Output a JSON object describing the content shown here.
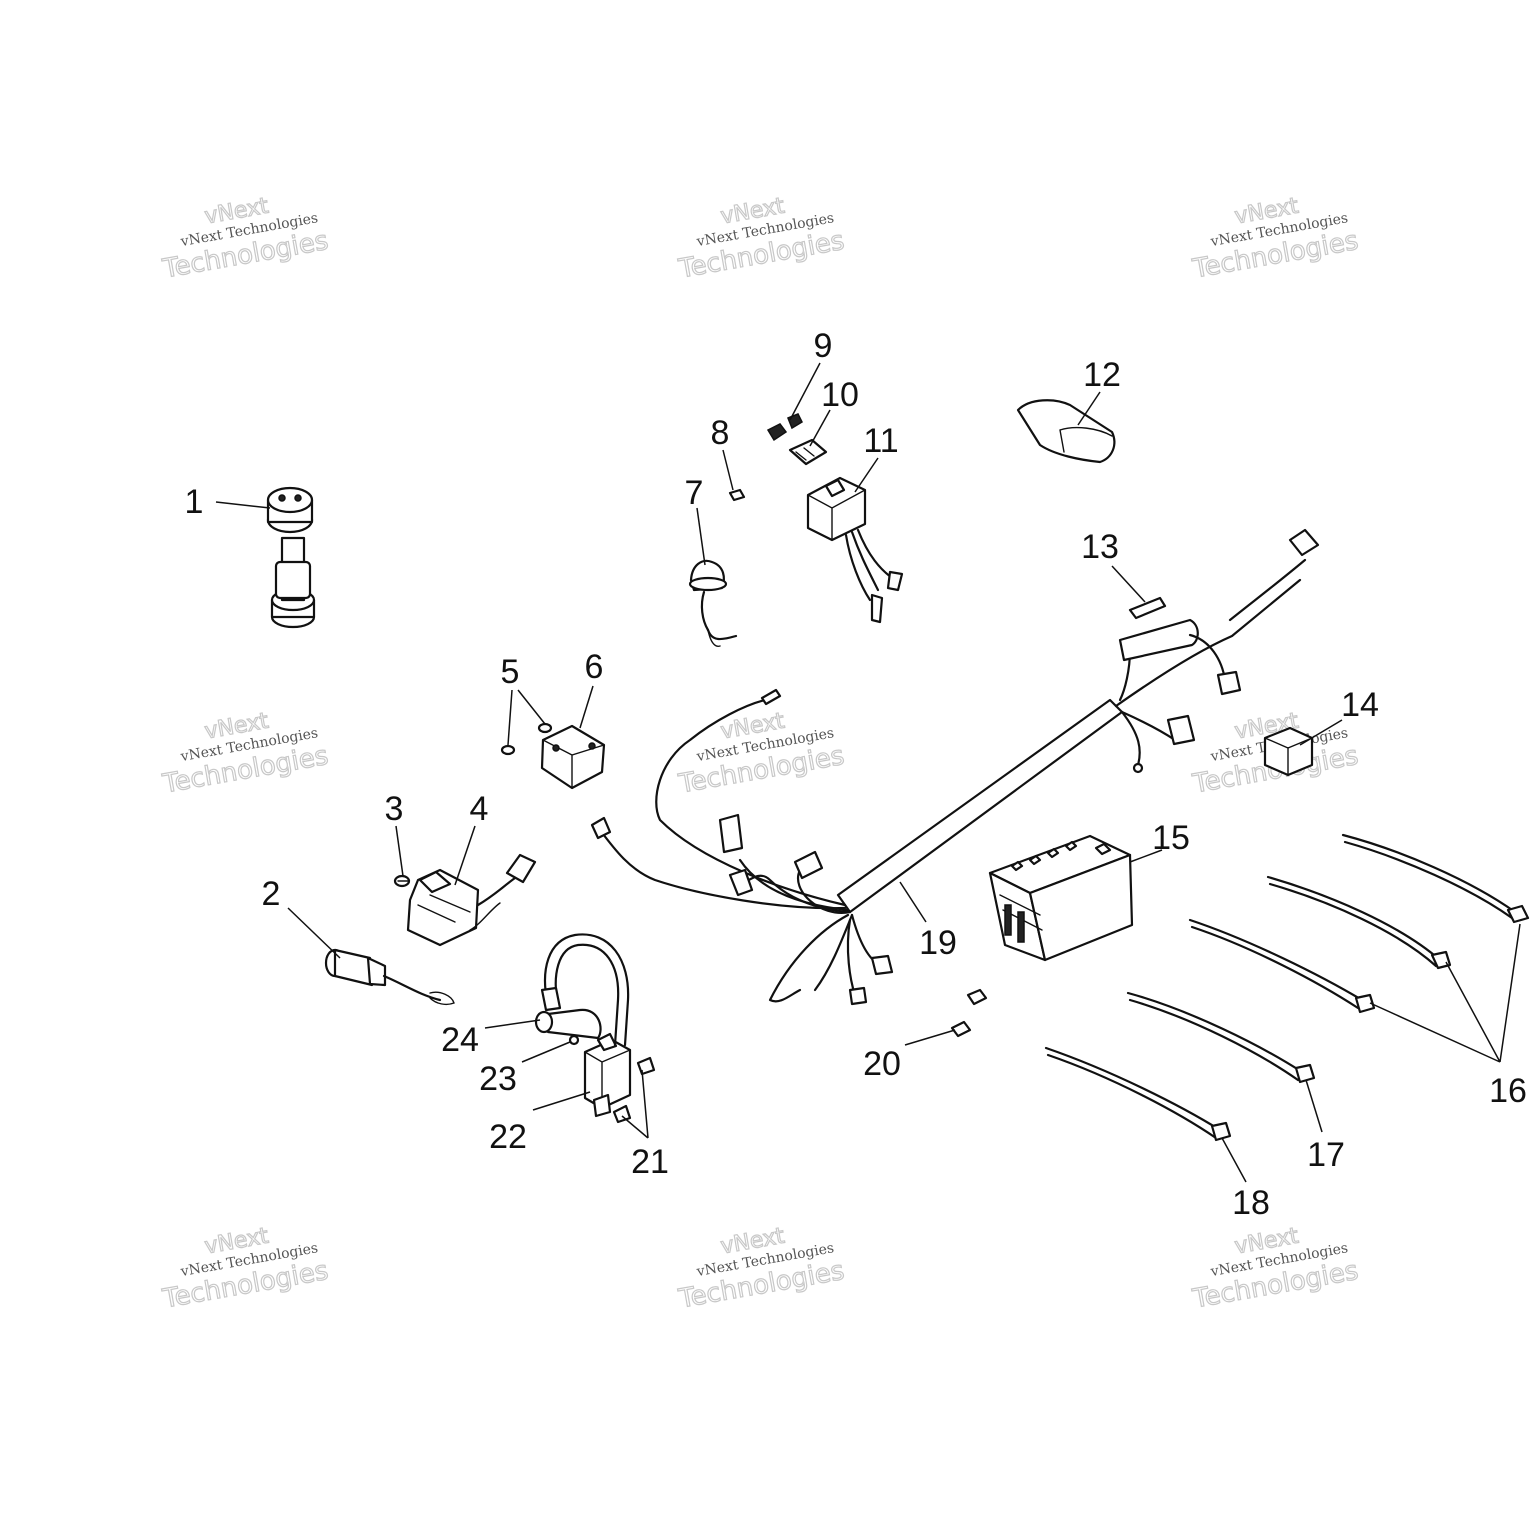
{
  "watermark": {
    "line_small": "vNext Technologies",
    "line_top": "vNext",
    "line_large": "Technologies"
  },
  "callouts": {
    "c1": "1",
    "c2": "2",
    "c3": "3",
    "c4": "4",
    "c5": "5",
    "c6": "6",
    "c7": "7",
    "c8": "8",
    "c9": "9",
    "c10": "10",
    "c11": "11",
    "c12": "12",
    "c13": "13",
    "c14": "14",
    "c15": "15",
    "c16": "16",
    "c17": "17",
    "c18": "18",
    "c19": "19",
    "c20": "20",
    "c21": "21",
    "c22": "22",
    "c23": "23",
    "c24": "24"
  }
}
